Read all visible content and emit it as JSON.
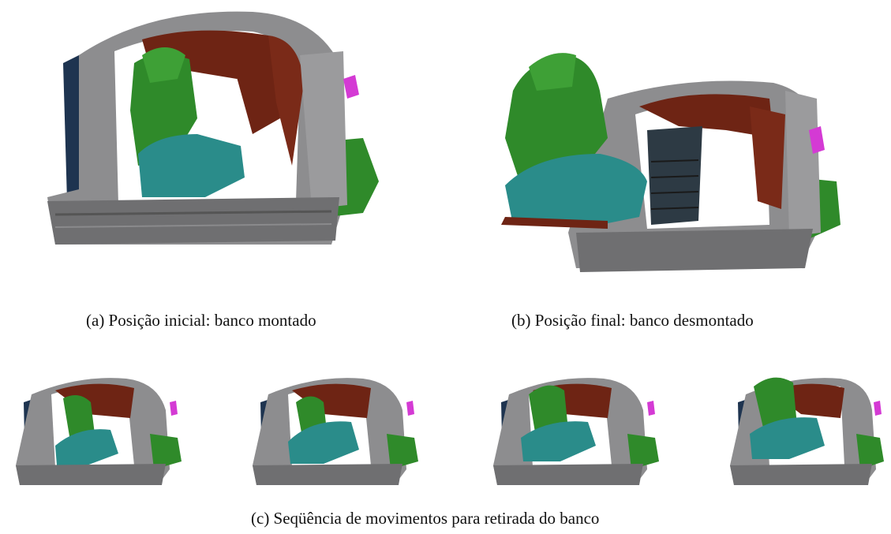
{
  "figure": {
    "captions": {
      "a": "(a)  Posição inicial: banco montado",
      "b": "(b)  Posição final: banco desmontado",
      "c": "(c)  Seqüência de movimentos para retirada do banco"
    },
    "sequence_frames": 4,
    "colors": {
      "frame": "#8d8d8f",
      "frame_dark": "#5e5e60",
      "interior": "#6e2414",
      "seat_green": "#2f8a2a",
      "cushion_teal": "#2a8c8a",
      "door_navy": "#1e3450",
      "accent_magenta": "#d43ad4"
    }
  }
}
